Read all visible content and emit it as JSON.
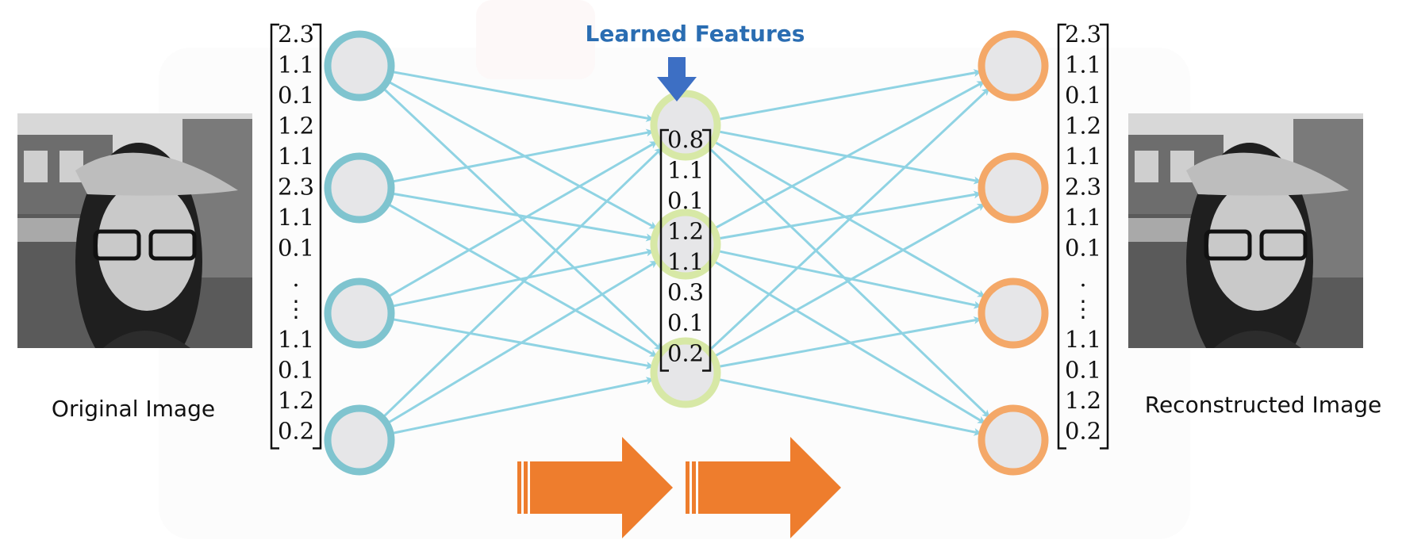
{
  "title": "Learned Features",
  "labels": {
    "original": "Original Image",
    "reconstructed": "Reconstructed Image"
  },
  "input_vector": [
    "2.3",
    "1.1",
    "0.1",
    "1.2",
    "1.1",
    "2.3",
    "1.1",
    "0.1",
    ".",
    "⋮",
    "1.1",
    "0.1",
    "1.2",
    "0.2"
  ],
  "latent_vector": [
    "0.8",
    "1.1",
    "0.1",
    "1.2",
    "1.1",
    "0.3",
    "0.1",
    "0.2"
  ],
  "output_vector": [
    "2.3",
    "1.1",
    "0.1",
    "1.2",
    "1.1",
    "2.3",
    "1.1",
    "0.1",
    ".",
    "⋮",
    "1.1",
    "0.1",
    "1.2",
    "0.2"
  ],
  "layers": [
    {
      "name": "input",
      "node_count": 4,
      "color": "#7fc4cf"
    },
    {
      "name": "code",
      "node_count": 3,
      "color": "#d7e8a6"
    },
    {
      "name": "output",
      "node_count": 4,
      "color": "#f4a868"
    }
  ],
  "colors": {
    "connection": "#8fd3e3",
    "node_fill": "#e6e6e8",
    "arrow_orange": "#ee7d2d",
    "arrow_blue": "#3d6fc4",
    "title": "#2a6db2"
  },
  "icons": [
    "down-arrow-icon",
    "orange-right-arrow-icon",
    "portrait-photo"
  ]
}
